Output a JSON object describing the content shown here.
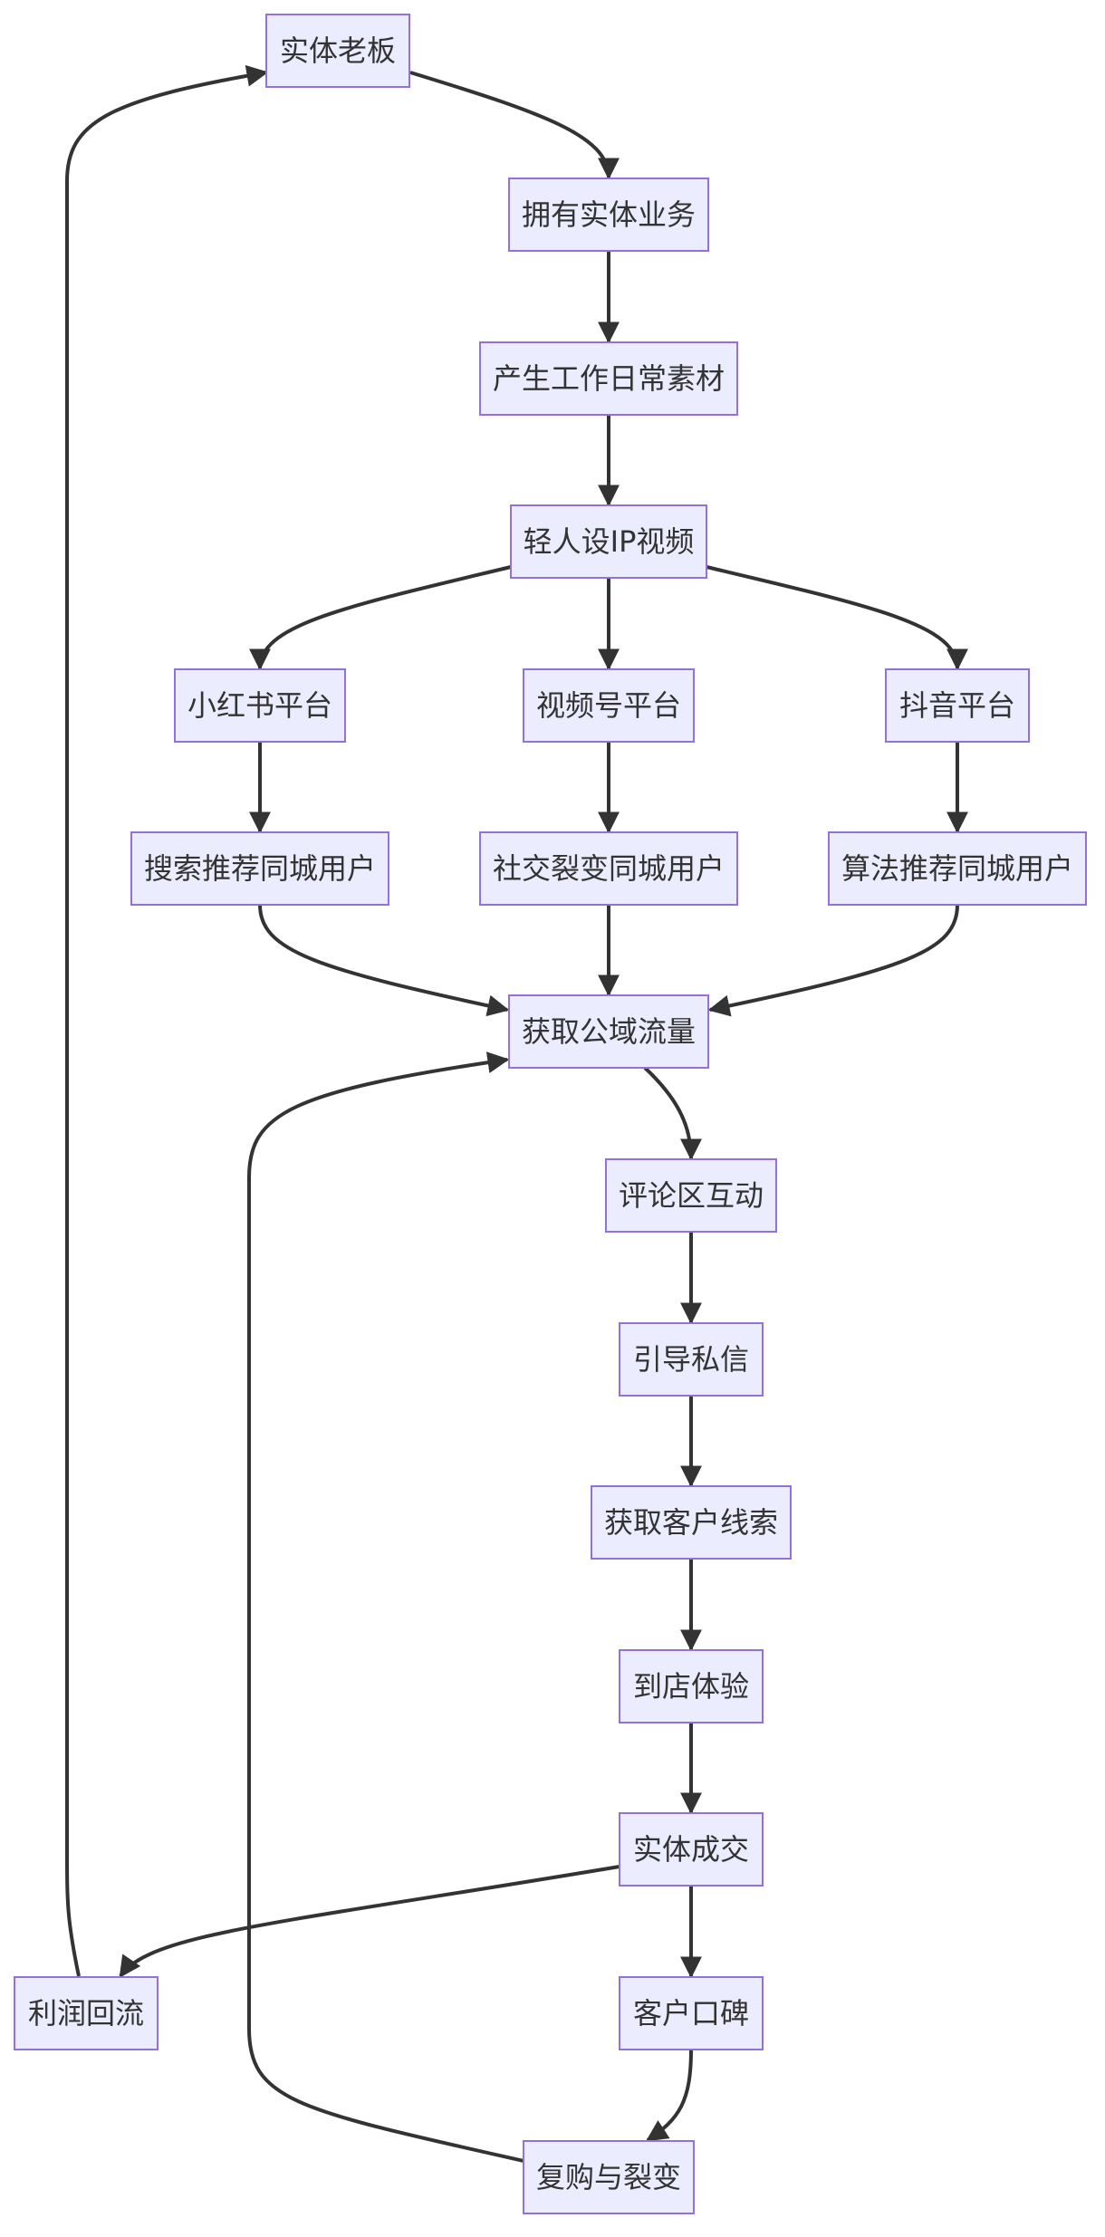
{
  "colors": {
    "node_fill": "#ECECFF",
    "node_stroke": "#9370DB",
    "edge": "#333333",
    "text": "#333333"
  },
  "nodes": [
    {
      "id": "boss",
      "label": "实体老板"
    },
    {
      "id": "business",
      "label": "拥有实体业务"
    },
    {
      "id": "material",
      "label": "产生工作日常素材"
    },
    {
      "id": "video",
      "label": "轻人设IP视频"
    },
    {
      "id": "xhs",
      "label": "小红书平台"
    },
    {
      "id": "wechat",
      "label": "视频号平台"
    },
    {
      "id": "douyin",
      "label": "抖音平台"
    },
    {
      "id": "search",
      "label": "搜索推荐同城用户"
    },
    {
      "id": "social",
      "label": "社交裂变同城用户"
    },
    {
      "id": "algo",
      "label": "算法推荐同城用户"
    },
    {
      "id": "traffic",
      "label": "获取公域流量"
    },
    {
      "id": "comment",
      "label": "评论区互动"
    },
    {
      "id": "dm",
      "label": "引导私信"
    },
    {
      "id": "leads",
      "label": "获取客户线索"
    },
    {
      "id": "visit",
      "label": "到店体验"
    },
    {
      "id": "deal",
      "label": "实体成交"
    },
    {
      "id": "profit",
      "label": "利润回流"
    },
    {
      "id": "reputation",
      "label": "客户口碑"
    },
    {
      "id": "repurchase",
      "label": "复购与裂变"
    }
  ],
  "edges": [
    {
      "from": "boss",
      "to": "business"
    },
    {
      "from": "business",
      "to": "material"
    },
    {
      "from": "material",
      "to": "video"
    },
    {
      "from": "video",
      "to": "xhs"
    },
    {
      "from": "video",
      "to": "wechat"
    },
    {
      "from": "video",
      "to": "douyin"
    },
    {
      "from": "xhs",
      "to": "search"
    },
    {
      "from": "wechat",
      "to": "social"
    },
    {
      "from": "douyin",
      "to": "algo"
    },
    {
      "from": "search",
      "to": "traffic"
    },
    {
      "from": "social",
      "to": "traffic"
    },
    {
      "from": "algo",
      "to": "traffic"
    },
    {
      "from": "traffic",
      "to": "comment"
    },
    {
      "from": "comment",
      "to": "dm"
    },
    {
      "from": "dm",
      "to": "leads"
    },
    {
      "from": "leads",
      "to": "visit"
    },
    {
      "from": "visit",
      "to": "deal"
    },
    {
      "from": "deal",
      "to": "profit"
    },
    {
      "from": "deal",
      "to": "reputation"
    },
    {
      "from": "reputation",
      "to": "repurchase"
    },
    {
      "from": "repurchase",
      "to": "traffic"
    },
    {
      "from": "profit",
      "to": "boss"
    }
  ]
}
